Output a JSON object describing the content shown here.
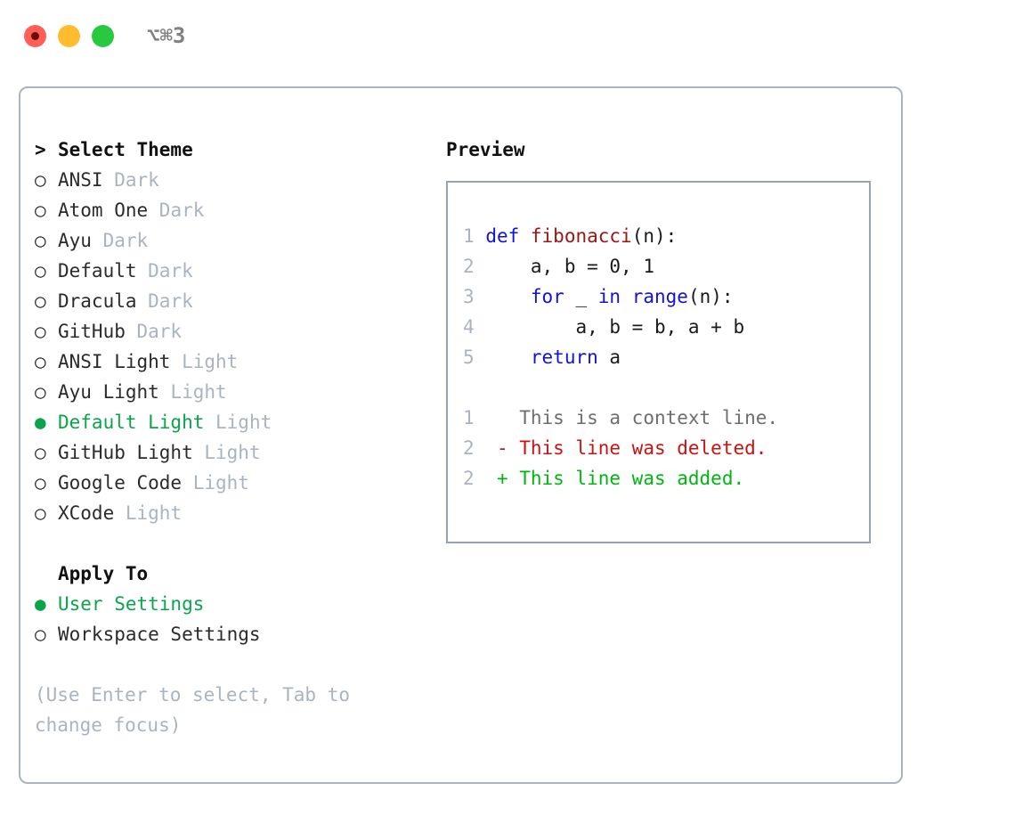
{
  "titlebar": {
    "shortcut": "⌥⌘3",
    "lights": [
      {
        "name": "close",
        "color": "#ff5f57"
      },
      {
        "name": "minimize",
        "color": "#febc2e"
      },
      {
        "name": "maximize",
        "color": "#28c840"
      }
    ]
  },
  "theme_picker": {
    "heading_marker": ">",
    "heading": "Select Theme",
    "selected_marker": "●",
    "unselected_marker": "○",
    "selected_color": "#0aa54a",
    "tag_color": "#aab4c0",
    "items": [
      {
        "marker": "○",
        "name": "ANSI",
        "tag": "Dark",
        "selected": false
      },
      {
        "marker": "○",
        "name": "Atom One",
        "tag": "Dark",
        "selected": false
      },
      {
        "marker": "○",
        "name": "Ayu",
        "tag": "Dark",
        "selected": false
      },
      {
        "marker": "○",
        "name": "Default",
        "tag": "Dark",
        "selected": false
      },
      {
        "marker": "○",
        "name": "Dracula",
        "tag": "Dark",
        "selected": false
      },
      {
        "marker": "○",
        "name": "GitHub",
        "tag": "Dark",
        "selected": false
      },
      {
        "marker": "○",
        "name": "ANSI Light",
        "tag": "Light",
        "selected": false
      },
      {
        "marker": "○",
        "name": "Ayu Light",
        "tag": "Light",
        "selected": false
      },
      {
        "marker": "●",
        "name": "Default Light",
        "tag": "Light",
        "selected": true
      },
      {
        "marker": "○",
        "name": "GitHub Light",
        "tag": "Light",
        "selected": false
      },
      {
        "marker": "○",
        "name": "Google Code",
        "tag": "Light",
        "selected": false
      },
      {
        "marker": "○",
        "name": "XCode",
        "tag": "Light",
        "selected": false
      }
    ]
  },
  "apply_to": {
    "heading": "Apply To",
    "items": [
      {
        "marker": "●",
        "name": "User Settings",
        "selected": true
      },
      {
        "marker": "○",
        "name": "Workspace Settings",
        "selected": false
      }
    ]
  },
  "hint": "(Use Enter to select, Tab to\nchange focus)",
  "preview": {
    "title": "Preview",
    "code_lines": [
      {
        "number": "1",
        "tokens": [
          {
            "text": "def ",
            "type": "kw"
          },
          {
            "text": "fibonacci",
            "type": "fn"
          },
          {
            "text": "(n):",
            "type": "pl"
          }
        ]
      },
      {
        "number": "2",
        "tokens": [
          {
            "text": "    a, b = 0, 1",
            "type": "pl"
          }
        ]
      },
      {
        "number": "3",
        "tokens": [
          {
            "text": "    ",
            "type": "pl"
          },
          {
            "text": "for",
            "type": "kw"
          },
          {
            "text": " _ ",
            "type": "pl"
          },
          {
            "text": "in",
            "type": "kw"
          },
          {
            "text": " ",
            "type": "pl"
          },
          {
            "text": "range",
            "type": "kw"
          },
          {
            "text": "(n):",
            "type": "pl"
          }
        ]
      },
      {
        "number": "4",
        "tokens": [
          {
            "text": "        a, b = b, a + b",
            "type": "pl"
          }
        ]
      },
      {
        "number": "5",
        "tokens": [
          {
            "text": "    ",
            "type": "pl"
          },
          {
            "text": "return",
            "type": "kw"
          },
          {
            "text": " a",
            "type": "pl"
          }
        ]
      }
    ],
    "diff_lines": [
      {
        "number": "1",
        "marker": " ",
        "text": "This is a context line.",
        "kind": "context"
      },
      {
        "number": "2",
        "marker": "-",
        "text": "This line was deleted.",
        "kind": "deleted"
      },
      {
        "number": "2",
        "marker": "+",
        "text": "This line was added.",
        "kind": "added"
      }
    ]
  }
}
